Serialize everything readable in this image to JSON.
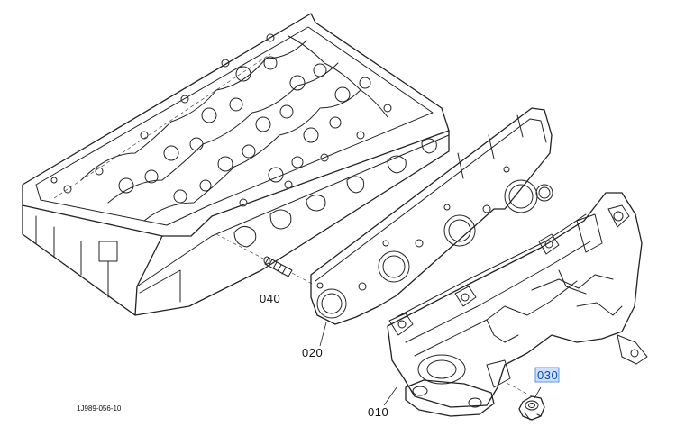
{
  "diagram": {
    "parts": [
      {
        "id": "cylinder-head",
        "callout": ""
      },
      {
        "id": "gasket",
        "callout": "020"
      },
      {
        "id": "stud-bolt",
        "callout": "040"
      },
      {
        "id": "exhaust-manifold",
        "callout": "010"
      },
      {
        "id": "nut",
        "callout": "030",
        "selected": true
      }
    ],
    "callouts": {
      "c010": "010",
      "c020": "020",
      "c030": "030",
      "c040": "040"
    },
    "doc_id": "1J989-056-10",
    "colors": {
      "line": "#222222",
      "highlight": "#cfe0ff",
      "highlight_border": "#3a7be0",
      "selected_text": "#0a4db0"
    }
  }
}
